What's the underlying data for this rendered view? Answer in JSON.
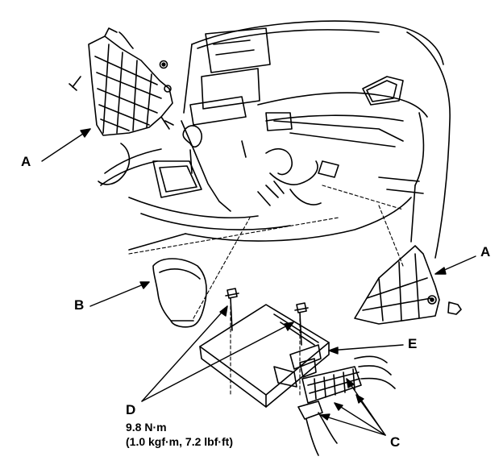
{
  "labels": {
    "a_left": "A",
    "a_right": "A",
    "b": "B",
    "c": "C",
    "d": "D",
    "e": "E"
  },
  "torque": {
    "metric": "9.8 N·m",
    "imperial": "(1.0 kgf·m, 7.2 lbf·ft)"
  },
  "colors": {
    "ink": "#000000",
    "paper": "#ffffff"
  }
}
